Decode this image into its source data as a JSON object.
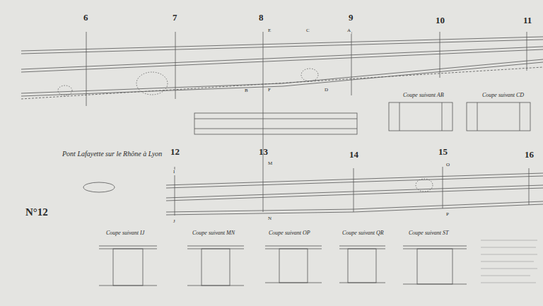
{
  "diagram": {
    "title": "Pont Lafayette sur le Rhône à Lyon",
    "labels": [
      "6",
      "7",
      "8",
      "9",
      "10",
      "11",
      "12",
      "13",
      "14",
      "15",
      "16",
      "N°12",
      "Coupe suivant AB",
      "Coupe suivant CD",
      "Coupe suivant IJ",
      "Coupe suivant MN",
      "Coupe suivant OP",
      "Coupe suivant QR",
      "Coupe suivant ST",
      "A",
      "B",
      "C",
      "D",
      "E",
      "F",
      "I",
      "J",
      "M",
      "N",
      "O",
      "P"
    ]
  }
}
